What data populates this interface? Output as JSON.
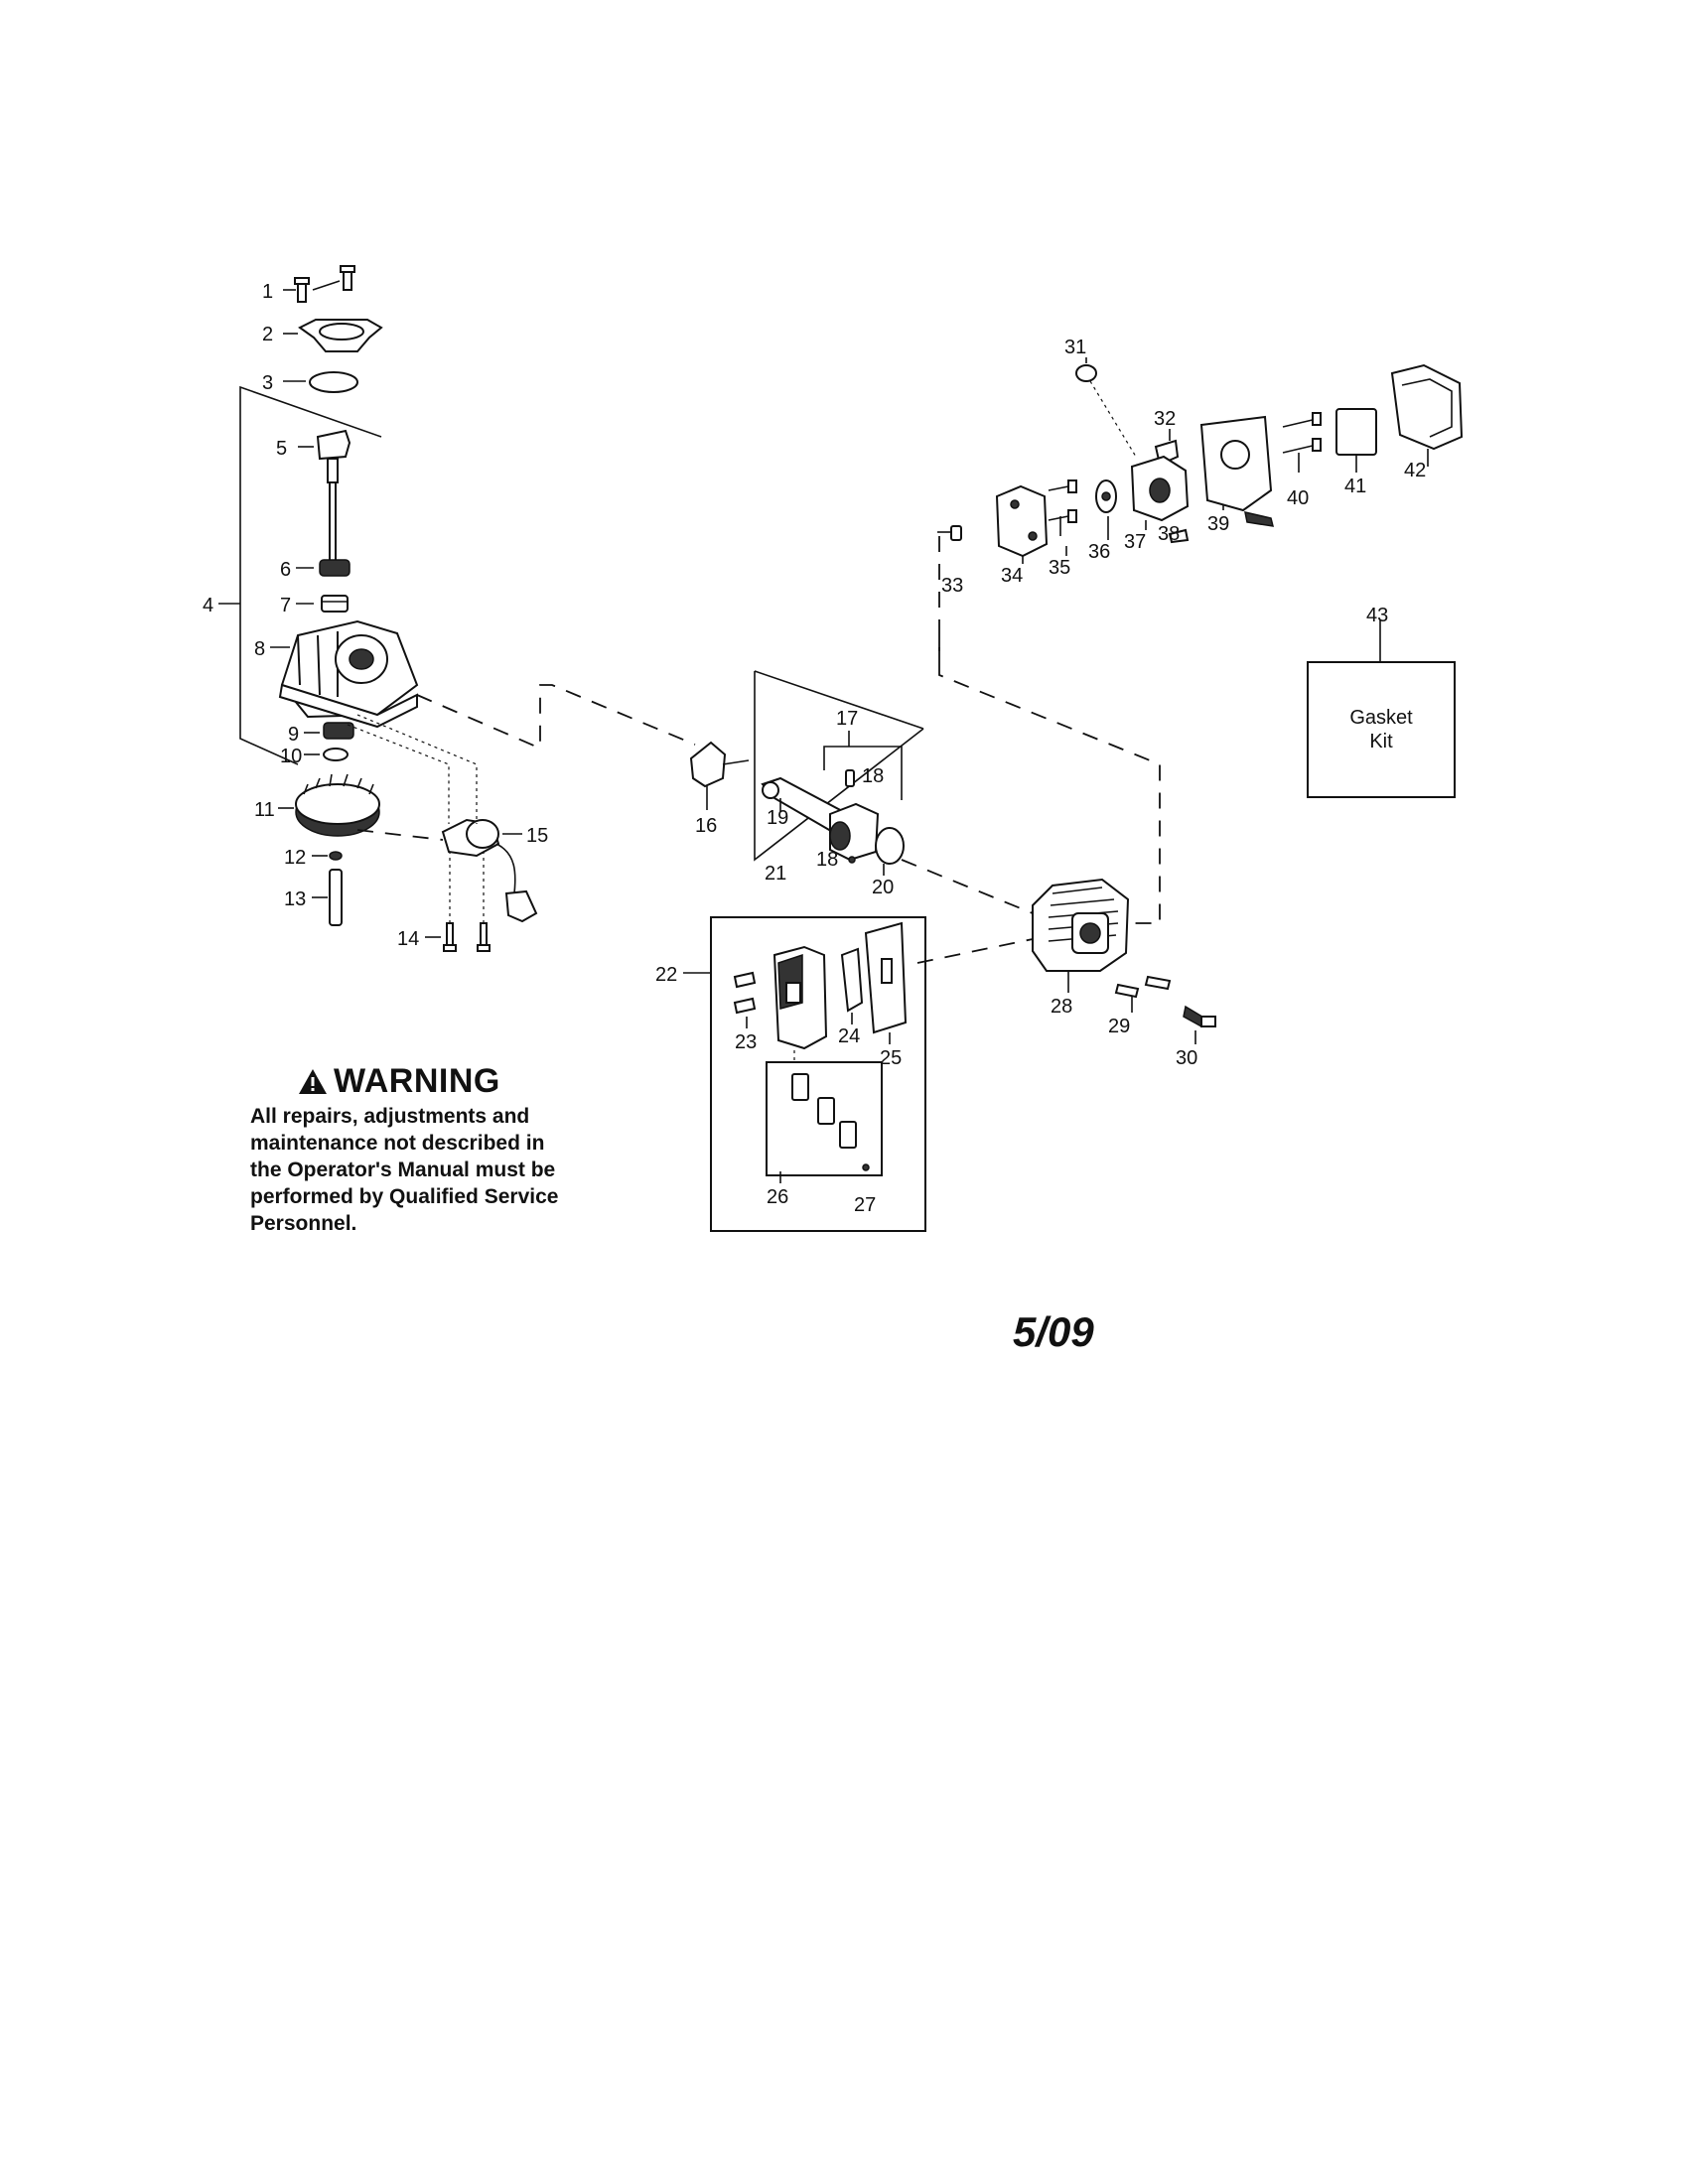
{
  "warning": {
    "title": "WARNING",
    "body_lines": [
      "All repairs, adjustments and",
      "maintenance not described in",
      "the Operator's Manual must be",
      "performed by Qualified Service",
      "Personnel."
    ]
  },
  "date_code": "5/09",
  "gasket_kit": {
    "number": "43",
    "line1": "Gasket",
    "line2": "Kit"
  },
  "part_labels": {
    "p1": "1",
    "p2": "2",
    "p3": "3",
    "p4": "4",
    "p5": "5",
    "p6": "6",
    "p7": "7",
    "p8": "8",
    "p9": "9",
    "p10": "10",
    "p11": "11",
    "p12": "12",
    "p13": "13",
    "p14": "14",
    "p15": "15",
    "p16": "16",
    "p17": "17",
    "p18a": "18",
    "p18b": "18",
    "p19": "19",
    "p20": "20",
    "p21": "21",
    "p22": "22",
    "p23": "23",
    "p24": "24",
    "p25": "25",
    "p26": "26",
    "p27": "27",
    "p28": "28",
    "p29": "29",
    "p30": "30",
    "p31": "31",
    "p32": "32",
    "p33": "33",
    "p34": "34",
    "p35": "35",
    "p36": "36",
    "p37": "37",
    "p38": "38",
    "p39": "39",
    "p40": "40",
    "p41": "41",
    "p42": "42"
  }
}
